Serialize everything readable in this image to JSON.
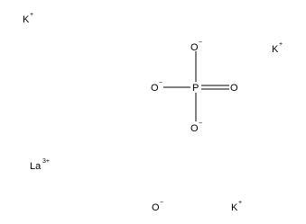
{
  "structure": {
    "ions": {
      "k1": {
        "symbol": "K",
        "charge": "+"
      },
      "k2": {
        "symbol": "K",
        "charge": "+"
      },
      "k3": {
        "symbol": "K",
        "charge": "+"
      },
      "la": {
        "symbol": "La",
        "charge": "3+"
      },
      "oxide": {
        "symbol": "O",
        "charge": "−"
      }
    },
    "phosphate": {
      "center": {
        "symbol": "P"
      },
      "o_top": {
        "symbol": "O",
        "charge": "−"
      },
      "o_left": {
        "symbol": "O",
        "charge": "−"
      },
      "o_bottom": {
        "symbol": "O",
        "charge": "−"
      },
      "o_right": {
        "symbol": "O"
      }
    },
    "colors": {
      "atoms": "#000000",
      "bonds": "#000000",
      "background": "#ffffff"
    }
  }
}
